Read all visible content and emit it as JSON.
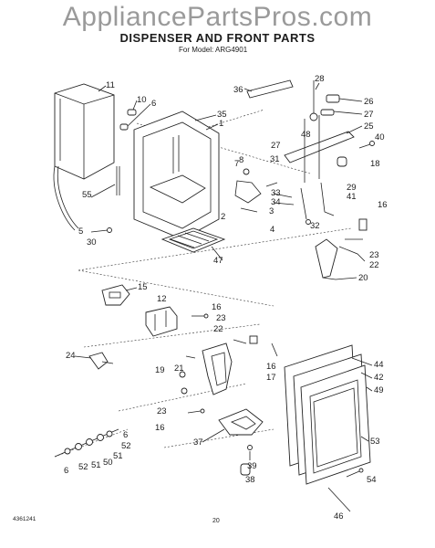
{
  "watermark": "AppliancePartsPros.com",
  "title": "DISPENSER AND FRONT PARTS",
  "subtitle": "For Model: ARG4901",
  "footer": {
    "code": "4361241",
    "page": "20"
  },
  "callouts": {
    "c11": "11",
    "c10": "10",
    "c6a": "6",
    "c35": "35",
    "c1": "1",
    "c36": "36",
    "c28": "28",
    "c26": "26",
    "c27a": "27",
    "c48": "48",
    "c25": "25",
    "c27b": "27",
    "c40": "40",
    "c7": "7",
    "c8": "8",
    "c31": "31",
    "c18": "18",
    "c29": "29",
    "c33": "33",
    "c41": "41",
    "c34": "34",
    "c3": "3",
    "c2": "2",
    "c4": "4",
    "c32": "32",
    "c16a": "16",
    "c55": "55",
    "c5": "5",
    "c30": "30",
    "c47": "47",
    "c23a": "23",
    "c22a": "22",
    "c20": "20",
    "c15": "15",
    "c12": "12",
    "c16b": "16",
    "c23b": "23",
    "c22b": "22",
    "c24": "24",
    "c16c": "16",
    "c17": "17",
    "c19": "19",
    "c21": "21",
    "c44": "44",
    "c42": "42",
    "c49": "49",
    "c23c": "23",
    "c16d": "16",
    "c37": "37",
    "c6b": "6",
    "c52a": "52",
    "c51a": "51",
    "c50": "50",
    "c51b": "51",
    "c52b": "52",
    "c6c": "6",
    "c53": "53",
    "c39": "39",
    "c54": "54",
    "c38": "38",
    "c46": "46"
  }
}
